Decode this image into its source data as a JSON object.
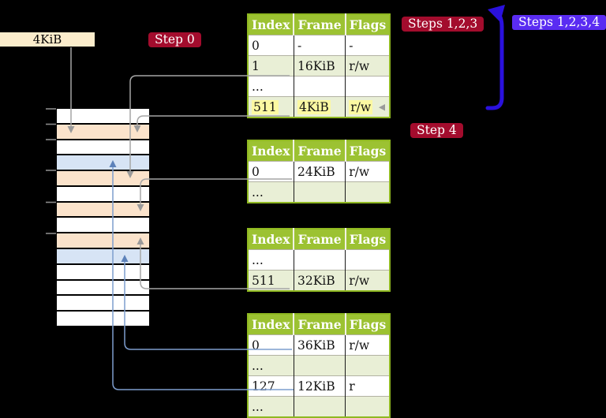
{
  "frame_label": {
    "text": "4KiB"
  },
  "badges": {
    "step0": "Step 0",
    "steps123": "Steps 1,2,3",
    "steps1234": "Steps 1,2,3,4",
    "step4": "Step 4"
  },
  "tables": [
    {
      "headers": [
        "Index",
        "Frame",
        "Flags"
      ],
      "rows": [
        {
          "index": "0",
          "frame": "-",
          "flags": "-",
          "shade": "white",
          "highlight": false
        },
        {
          "index": "1",
          "frame": "16KiB",
          "flags": "r/w",
          "shade": "green",
          "highlight": false
        },
        {
          "index": "...",
          "frame": "",
          "flags": "",
          "shade": "white",
          "highlight": false
        },
        {
          "index": "511",
          "frame": "4KiB",
          "flags": "r/w",
          "shade": "green",
          "highlight": true
        }
      ]
    },
    {
      "headers": [
        "Index",
        "Frame",
        "Flags"
      ],
      "rows": [
        {
          "index": "0",
          "frame": "24KiB",
          "flags": "r/w",
          "shade": "white",
          "highlight": false
        },
        {
          "index": "...",
          "frame": "",
          "flags": "",
          "shade": "green",
          "highlight": false
        }
      ]
    },
    {
      "headers": [
        "Index",
        "Frame",
        "Flags"
      ],
      "rows": [
        {
          "index": "...",
          "frame": "",
          "flags": "",
          "shade": "white",
          "highlight": false
        },
        {
          "index": "511",
          "frame": "32KiB",
          "flags": "r/w",
          "shade": "green",
          "highlight": false
        }
      ]
    },
    {
      "headers": [
        "Index",
        "Frame",
        "Flags"
      ],
      "rows": [
        {
          "index": "0",
          "frame": "36KiB",
          "flags": "r/w",
          "shade": "white",
          "highlight": false
        },
        {
          "index": "...",
          "frame": "",
          "flags": "",
          "shade": "green",
          "highlight": false
        },
        {
          "index": "127",
          "frame": "12KiB",
          "flags": "r",
          "shade": "white",
          "highlight": false
        },
        {
          "index": "...",
          "frame": "",
          "flags": "",
          "shade": "green",
          "highlight": false
        }
      ]
    }
  ],
  "memory": {
    "rows": [
      "white",
      "orange",
      "white",
      "blue",
      "orange",
      "white",
      "orange",
      "white",
      "orange",
      "blue",
      "white",
      "white",
      "white",
      "white"
    ]
  },
  "colors": {
    "table_header_green": "#9cc232",
    "table_row_green": "#e9efd6",
    "highlight_yellow": "#fcf9a2",
    "badge_crimson": "#a30c2d",
    "badge_blue": "#5a2cf2",
    "thick_arrow_blue": "#2a11dd",
    "connector_gray": "#a6a6a6",
    "connector_blue": "#7d9dce",
    "memory_frame_orange": "#fbe3cb",
    "memory_page_blue": "#d7e4f5",
    "frame_label_cream": "#fbeccb"
  }
}
